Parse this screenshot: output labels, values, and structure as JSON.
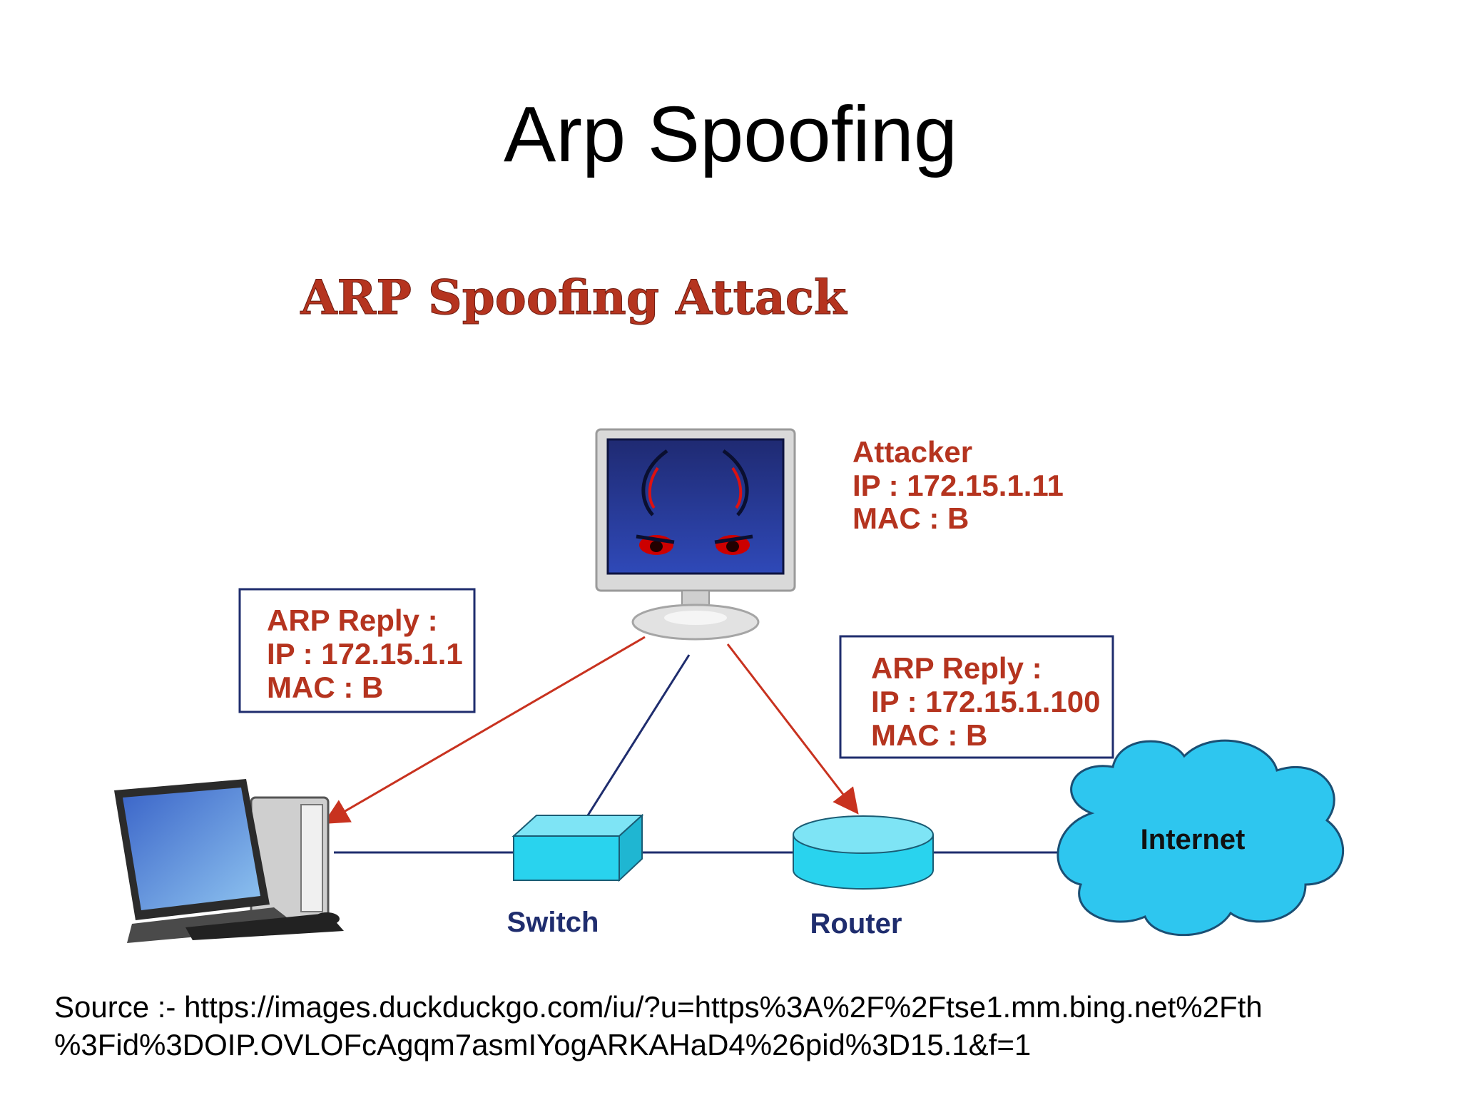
{
  "slide": {
    "title": "Arp Spoofing",
    "source_line1": "Source :- https://images.duckduckgo.com/iu/?u=https%3A%2F%2Ftse1.mm.bing.net%2Fth",
    "source_line2": "%3Fid%3DOIP.OVLOFcAgqm7asmIYogARKAHaD4%26pid%3D15.1&f=1"
  },
  "diagram": {
    "title": "ARP Spoofing Attack",
    "attacker": {
      "line1": "Attacker",
      "line2": "IP : 172.15.1.11",
      "line3": "MAC : B"
    },
    "reply_left": {
      "line1": "ARP Reply :",
      "line2": "IP : 172.15.1.1",
      "line3": "MAC : B"
    },
    "reply_right": {
      "line1": "ARP Reply :",
      "line2": "IP : 172.15.1.100",
      "line3": "MAC : B"
    },
    "switch_label": "Switch",
    "router_label": "Router",
    "internet_label": "Internet",
    "colors": {
      "label_red": "#b5341f",
      "box_border": "#1f2d6e",
      "network_line": "#1f2d6e",
      "device_cyan": "#29d3ee",
      "cloud": "#2ec6ef"
    }
  }
}
